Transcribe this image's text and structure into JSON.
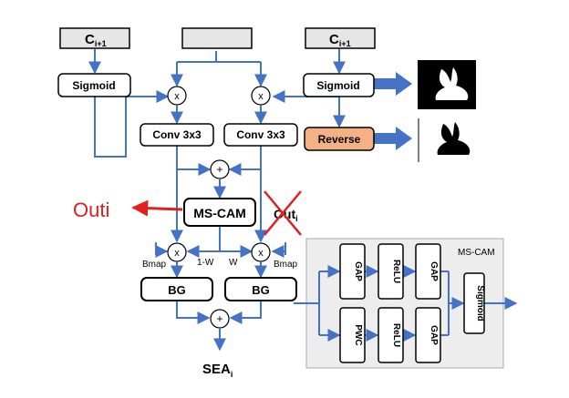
{
  "nodes": {
    "c_left": {
      "main": "C",
      "sub": "i+1"
    },
    "c_right": {
      "main": "C",
      "sub": "i+1"
    },
    "sigmoid_left": "Sigmoid",
    "sigmoid_right": "Sigmoid",
    "conv_left": "Conv 3x3",
    "conv_right": "Conv 3x3",
    "reverse": "Reverse",
    "mscam": "MS-CAM",
    "bg_left": "BG",
    "bg_right": "BG",
    "out_left": "Outi",
    "out_crossed": {
      "main": "Out",
      "sub": "i"
    },
    "sea": {
      "main": "SEA",
      "sub": "i"
    },
    "times": "x",
    "plus": "+",
    "bmap_left": "Bmap",
    "bmap_right": "Bmap",
    "weight_left": "1-W",
    "weight_right": "W"
  },
  "mscam_panel": {
    "title": "MS-CAM",
    "top_row": [
      "GAP",
      "ReLU",
      "GAP"
    ],
    "bottom_row": [
      "PWC",
      "ReLU",
      "GAP"
    ],
    "sigmoid": "Sigmoid"
  },
  "colors": {
    "flow": "#4472C4",
    "reverse_fill": "#F4B183",
    "out_arrow": "#E02020",
    "panel_fill": "#EDEDED"
  }
}
